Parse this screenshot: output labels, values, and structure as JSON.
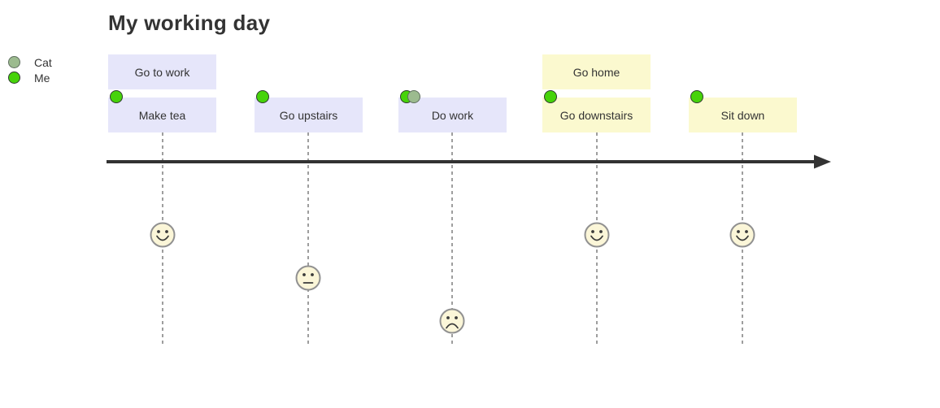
{
  "title": "My working day",
  "legend": {
    "items": [
      {
        "label": "Cat",
        "color": "#9cbb8f"
      },
      {
        "label": "Me",
        "color": "#46d30a"
      }
    ]
  },
  "sections": [
    {
      "label": "Go to work",
      "color": "#e6e6fa"
    },
    {
      "label": "Go home",
      "color": "#fbf9cf"
    }
  ],
  "tasks": [
    {
      "label": "Make tea",
      "section": "Go to work",
      "score": 5,
      "mood": "happy",
      "actors": [
        "Me"
      ]
    },
    {
      "label": "Go upstairs",
      "section": "Go to work",
      "score": 3,
      "mood": "neutral",
      "actors": [
        "Me"
      ]
    },
    {
      "label": "Do work",
      "section": "Go to work",
      "score": 1,
      "mood": "sad",
      "actors": [
        "Me",
        "Cat"
      ]
    },
    {
      "label": "Go downstairs",
      "section": "Go home",
      "score": 5,
      "mood": "happy",
      "actors": [
        "Me"
      ]
    },
    {
      "label": "Sit down",
      "section": "Go home",
      "score": 5,
      "mood": "happy",
      "actors": [
        "Me"
      ]
    }
  ],
  "colors": {
    "text": "#333333",
    "timeline_arrow": "#333333",
    "guideline": "#9e9e9e",
    "section_go_to_work": "#e6e6fa",
    "section_go_home": "#fbf9cf",
    "face_fill": "#fbf6d8",
    "face_stroke": "#919191",
    "face_features": "#3a3a3a",
    "actor_me": "#46d30a",
    "actor_cat": "#9cbb8f"
  }
}
